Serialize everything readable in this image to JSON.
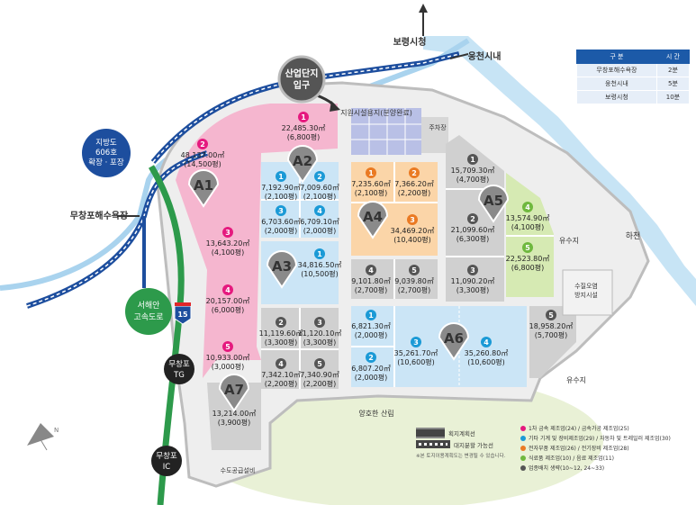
{
  "time_table": {
    "headers": [
      "구 분",
      "시 간"
    ],
    "rows": [
      {
        "place": "무창포해수욕장",
        "time": "2분"
      },
      {
        "place": "웅천시내",
        "time": "5분"
      },
      {
        "place": "보령시청",
        "time": "10분"
      }
    ]
  },
  "places": {
    "boryeong_city_hall": "보령시청",
    "ungcheon_downtown": "웅천시내",
    "entrance_line1": "산업단지",
    "entrance_line2": "입구",
    "route606_line1": "지방도",
    "route606_line2": "606호",
    "route606_line3": "확장 · 포장",
    "muchangpo_beach": "무창포해수욕장",
    "expressway_line1": "서해안",
    "expressway_line2": "고속도로",
    "expressway_no": "15",
    "muchangpo_tg_line1": "무창포",
    "muchangpo_tg_line2": "TG",
    "muchangpo_ic_line1": "무창포",
    "muchangpo_ic_line2": "IC",
    "support_facility": "지원시설용지(분양완료)",
    "parking": "주차장",
    "reservoir_1": "유수지",
    "reservoir_2": "유수지",
    "river": "하천",
    "sewage_line1": "수질오염",
    "sewage_line2": "방지시설",
    "water_supply": "수도공급설비",
    "forest": "양호한 산림",
    "compass_n": "N"
  },
  "zones": [
    "A1",
    "A2",
    "A3",
    "A4",
    "A5",
    "A6",
    "A7"
  ],
  "lots": {
    "A1_1": {
      "num": "1",
      "area": "22,485.30㎡",
      "py": "(6,800평)",
      "color": "#e5197e"
    },
    "A1_2": {
      "num": "2",
      "area": "48,137.00㎡",
      "py": "(14,500평)",
      "color": "#e5197e"
    },
    "A1_3": {
      "num": "3",
      "area": "13,643.20㎡",
      "py": "(4,100평)",
      "color": "#e5197e"
    },
    "A1_4": {
      "num": "4",
      "area": "20,157.00㎡",
      "py": "(6,000평)",
      "color": "#e5197e"
    },
    "A1_5": {
      "num": "5",
      "area": "10,933.00㎡",
      "py": "(3,000평)",
      "color": "#e5197e"
    },
    "A2_1": {
      "num": "1",
      "area": "7,192.90㎡",
      "py": "(2,100평)",
      "color": "#1b9ad6"
    },
    "A2_2": {
      "num": "2",
      "area": "7,009.60㎡",
      "py": "(2,100평)",
      "color": "#1b9ad6"
    },
    "A2_3": {
      "num": "3",
      "area": "6,703.60㎡",
      "py": "(2,000평)",
      "color": "#1b9ad6"
    },
    "A2_4": {
      "num": "4",
      "area": "6,709.10㎡",
      "py": "(2,000평)",
      "color": "#1b9ad6"
    },
    "A3_1": {
      "num": "1",
      "area": "34,816.50㎡",
      "py": "(10,500평)",
      "color": "#1b9ad6"
    },
    "A3_2": {
      "num": "2",
      "area": "11,119.60㎡",
      "py": "(3,300평)",
      "color": "#555555"
    },
    "A3_3": {
      "num": "3",
      "area": "11,120.10㎡",
      "py": "(3,300평)",
      "color": "#555555"
    },
    "A3_4": {
      "num": "4",
      "area": "7,342.10㎡",
      "py": "(2,200평)",
      "color": "#555555"
    },
    "A3_5": {
      "num": "5",
      "area": "7,340.90㎡",
      "py": "(2,200평)",
      "color": "#555555"
    },
    "A4_1": {
      "num": "1",
      "area": "7,235.60㎡",
      "py": "(2,100평)",
      "color": "#ea7a23"
    },
    "A4_2": {
      "num": "2",
      "area": "7,366.20㎡",
      "py": "(2,200평)",
      "color": "#ea7a23"
    },
    "A4_3": {
      "num": "3",
      "area": "34,469.20㎡",
      "py": "(10,400평)",
      "color": "#ea7a23"
    },
    "A4_4": {
      "num": "4",
      "area": "9,101.80㎡",
      "py": "(2,700평)",
      "color": "#555555"
    },
    "A4_5": {
      "num": "5",
      "area": "9,039.80㎡",
      "py": "(2,700평)",
      "color": "#555555"
    },
    "A5_1": {
      "num": "1",
      "area": "15,709.30㎡",
      "py": "(4,700평)",
      "color": "#555555"
    },
    "A5_2": {
      "num": "2",
      "area": "21,099.60㎡",
      "py": "(6,300평)",
      "color": "#555555"
    },
    "A5_3": {
      "num": "3",
      "area": "11,090.20㎡",
      "py": "(3,300평)",
      "color": "#555555"
    },
    "A5_4": {
      "num": "4",
      "area": "13,574.90㎡",
      "py": "(4,100평)",
      "color": "#6fb83e"
    },
    "A5_5": {
      "num": "5",
      "area": "22,523.80㎡",
      "py": "(6,800평)",
      "color": "#6fb83e"
    },
    "A6_1": {
      "num": "1",
      "area": "6,821.30㎡",
      "py": "(2,000평)",
      "color": "#1b9ad6"
    },
    "A6_2": {
      "num": "2",
      "area": "6,807.20㎡",
      "py": "(2,000평)",
      "color": "#1b9ad6"
    },
    "A6_3": {
      "num": "3",
      "area": "35,261.70㎡",
      "py": "(10,600평)",
      "color": "#1b9ad6"
    },
    "A6_4": {
      "num": "4",
      "area": "35,260.80㎡",
      "py": "(10,600평)",
      "color": "#1b9ad6"
    },
    "A6_5": {
      "num": "5",
      "area": "18,958.20㎡",
      "py": "(5,700평)",
      "color": "#555555"
    },
    "A7_1": {
      "area": "13,214.00㎡",
      "py": "(3,900평)"
    }
  },
  "legend_lines": {
    "items": [
      {
        "label": "획지계획선"
      },
      {
        "label": "대지분할 가능선"
      }
    ],
    "note": "※본 토지이용계획도는 변경될 수 있습니다."
  },
  "legend_industries": [
    {
      "label": "1차 금속 제조업(24) / 금속가공 제조업(25)",
      "color": "#e5197e"
    },
    {
      "label": "기타 기계 및 장비제조업(29) / 자동차 및 트레일러 제조업(30)",
      "color": "#1b9ad6"
    },
    {
      "label": "전자부품 제조업(26) / 전기장비 제조업(28)",
      "color": "#ea7a23"
    },
    {
      "label": "식료품 제조업(10) / 음료 제조업(11)",
      "color": "#6fb83e"
    },
    {
      "label": "업종배치 생략(10~12, 24~33)",
      "color": "#555555"
    }
  ]
}
